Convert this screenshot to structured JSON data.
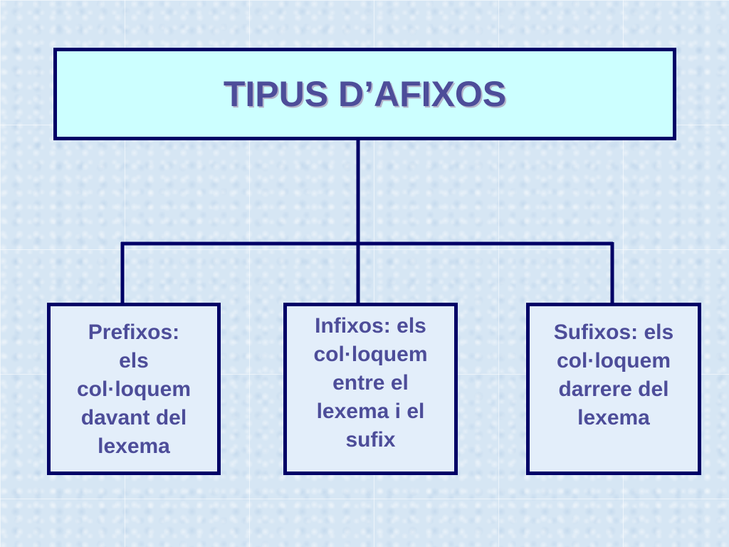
{
  "diagram": {
    "title": "TIPUS D’AFIXOS",
    "children": [
      {
        "id": "prefix",
        "text": "Prefixos:\nels\ncol·loquem\ndavant del\nlexema"
      },
      {
        "id": "infix",
        "text": "Infixos: els\ncol·loquem\nentre el\nlexema i el\nsufix"
      },
      {
        "id": "suffix",
        "text": "Sufixos: els\ncol·loquem\ndarrere del\nlexema"
      }
    ]
  },
  "colors": {
    "border": "#000066",
    "title_fill": "#ccffff",
    "text": "#4d4d99",
    "background": "#d6e6f4"
  }
}
